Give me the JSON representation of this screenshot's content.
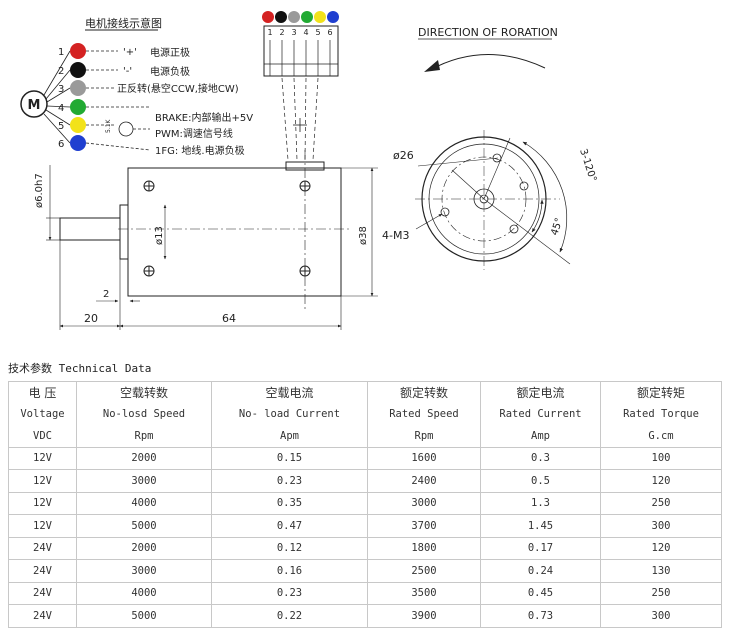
{
  "diagram": {
    "wiring_title": "电机接线示意图",
    "motor_symbol": "M",
    "wires": [
      {
        "num": "1",
        "color": "#d42222",
        "mark": "'+'",
        "desc": "电源正极"
      },
      {
        "num": "2",
        "color": "#111111",
        "mark": "'-'",
        "desc": "电源负极"
      },
      {
        "num": "3",
        "color": "#9a9a9a",
        "mark": "",
        "desc": "正反转(悬空CCW,接地CW)"
      },
      {
        "num": "4",
        "color": "#22aa33",
        "mark": "",
        "desc": "BRAKE:内部输出+5V"
      },
      {
        "num": "5",
        "color": "#f2e21a",
        "mark": "",
        "desc": "PWM:调速信号线"
      },
      {
        "num": "6",
        "color": "#1f3fd0",
        "mark": "",
        "desc": "1FG: 地线.电源负极"
      }
    ],
    "connector_pins": [
      "1",
      "2",
      "3",
      "4",
      "5",
      "6"
    ],
    "resistor_label": "5.1K",
    "direction_label": "DIRECTION OF RORATION",
    "dims": {
      "shaft_dia": "ø6.0h7",
      "boss_dia": "ø13",
      "body_dia": "ø38",
      "step": "2",
      "shaft_len": "20",
      "body_len": "64",
      "bolt_circle": "ø26",
      "screws": "4-M3",
      "angle_a": "45°",
      "angle_b": "3-120°"
    }
  },
  "tech": {
    "title": "技术参数 Technical Data",
    "columns": [
      {
        "zh": "电 压",
        "en": "Voltage",
        "unit": "VDC"
      },
      {
        "zh": "空载转数",
        "en": "No-losd Speed",
        "unit": "Rpm"
      },
      {
        "zh": "空载电流",
        "en": "No- load Current",
        "unit": "Apm"
      },
      {
        "zh": "额定转数",
        "en": "Rated Speed",
        "unit": "Rpm"
      },
      {
        "zh": "额定电流",
        "en": "Rated Current",
        "unit": "Amp"
      },
      {
        "zh": "额定转矩",
        "en": "Rated Torque",
        "unit": "G.cm"
      }
    ],
    "rows": [
      [
        "12V",
        "2000",
        "0.15",
        "1600",
        "0.3",
        "100"
      ],
      [
        "12V",
        "3000",
        "0.23",
        "2400",
        "0.5",
        "120"
      ],
      [
        "12V",
        "4000",
        "0.35",
        "3000",
        "1.3",
        "250"
      ],
      [
        "12V",
        "5000",
        "0.47",
        "3700",
        "1.45",
        "300"
      ],
      [
        "24V",
        "2000",
        "0.12",
        "1800",
        "0.17",
        "120"
      ],
      [
        "24V",
        "3000",
        "0.16",
        "2500",
        "0.24",
        "130"
      ],
      [
        "24V",
        "4000",
        "0.23",
        "3500",
        "0.45",
        "250"
      ],
      [
        "24V",
        "5000",
        "0.22",
        "3900",
        "0.73",
        "300"
      ]
    ]
  }
}
